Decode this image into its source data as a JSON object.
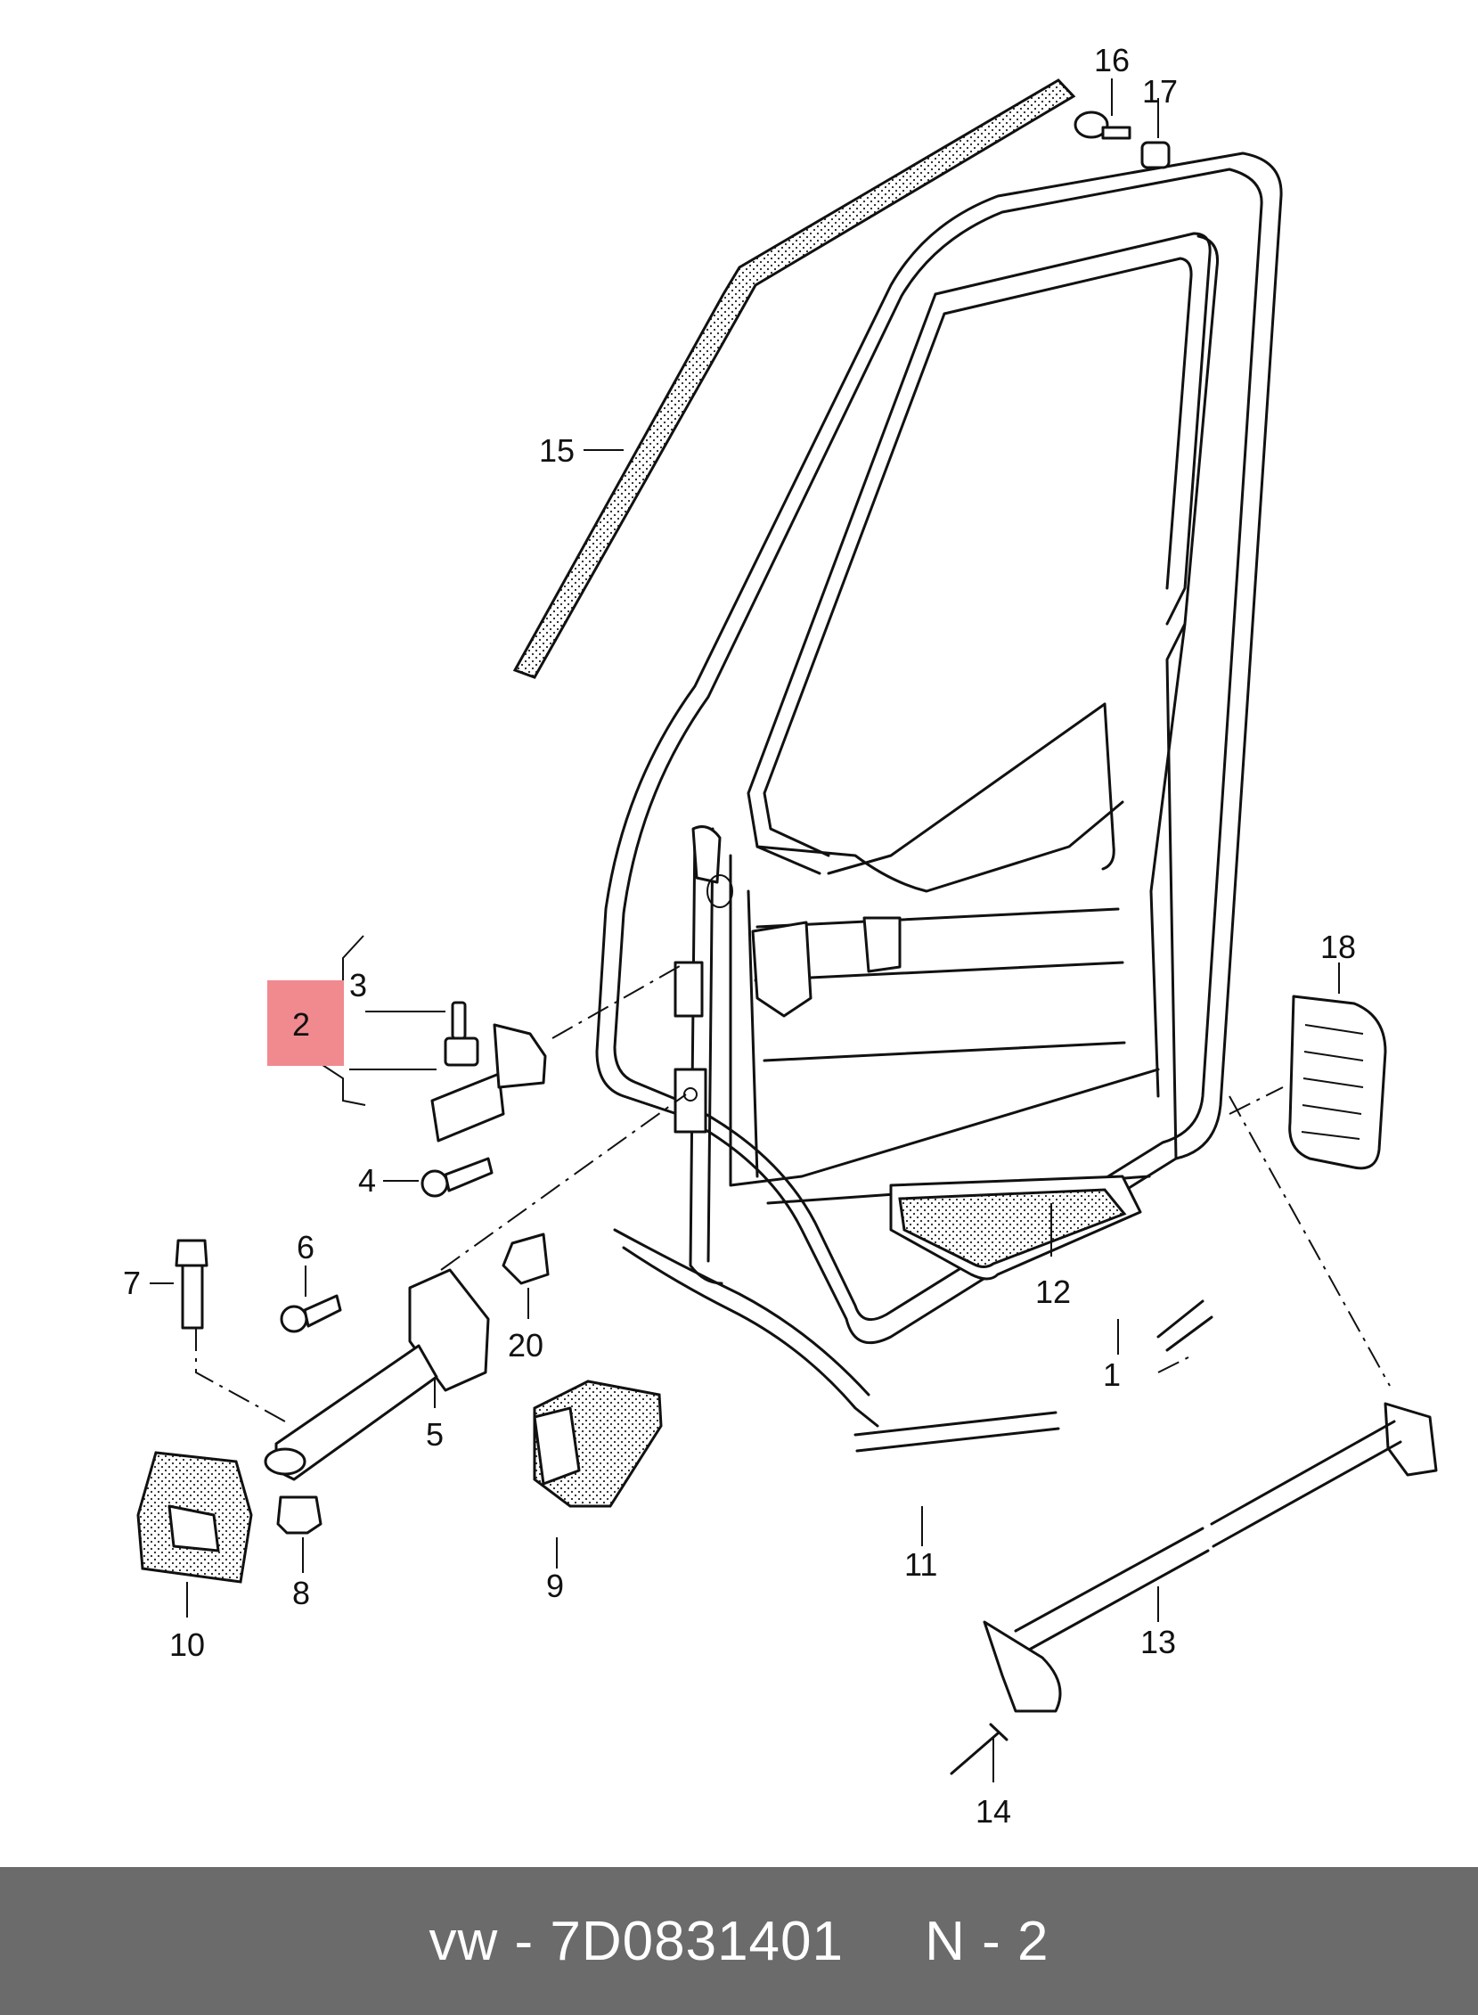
{
  "parts": [
    {
      "id": "p1",
      "label": "1"
    },
    {
      "id": "p2",
      "label": "2",
      "highlighted": true
    },
    {
      "id": "p3",
      "label": "3"
    },
    {
      "id": "p4",
      "label": "4"
    },
    {
      "id": "p5",
      "label": "5"
    },
    {
      "id": "p6",
      "label": "6"
    },
    {
      "id": "p7",
      "label": "7"
    },
    {
      "id": "p8",
      "label": "8"
    },
    {
      "id": "p9",
      "label": "9"
    },
    {
      "id": "p10",
      "label": "10"
    },
    {
      "id": "p11",
      "label": "11"
    },
    {
      "id": "p12",
      "label": "12"
    },
    {
      "id": "p13",
      "label": "13"
    },
    {
      "id": "p14",
      "label": "14"
    },
    {
      "id": "p15",
      "label": "15"
    },
    {
      "id": "p16",
      "label": "16"
    },
    {
      "id": "p17",
      "label": "17"
    },
    {
      "id": "p18",
      "label": "18"
    },
    {
      "id": "p20",
      "label": "20"
    }
  ],
  "highlight_color": "#f08a8f",
  "footer": {
    "brand": "vw",
    "separator": "-",
    "part_number": "7D0831401",
    "position_ref": "N - 2",
    "background": "#6b6b6b"
  }
}
